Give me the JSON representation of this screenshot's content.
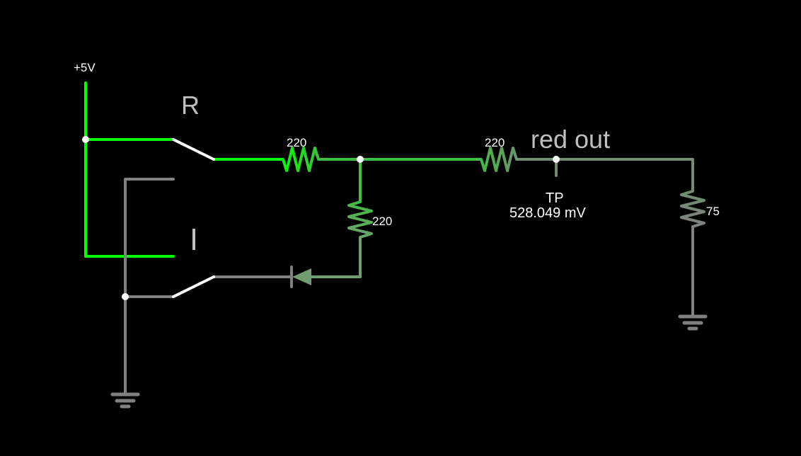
{
  "circuit": {
    "supply": {
      "label": "+5V"
    },
    "switch_r": {
      "label": "R"
    },
    "switch_i": {
      "label": "I"
    },
    "resistors": [
      {
        "id": "r1",
        "value": "220"
      },
      {
        "id": "r2",
        "value": "220"
      },
      {
        "id": "r3",
        "value": "220"
      },
      {
        "id": "r4",
        "value": "75"
      }
    ],
    "output": {
      "label": "red out"
    },
    "test_point": {
      "label": "TP",
      "reading": "528.049 mV"
    },
    "colors": {
      "background": "#000000",
      "high": "#00ff00",
      "mid": "#3fbf3f",
      "mid_low": "#5a9a5a",
      "low": "#6f8f6f",
      "ground": "#808080",
      "switch": "#ffffff",
      "node": "#ffffff"
    }
  }
}
